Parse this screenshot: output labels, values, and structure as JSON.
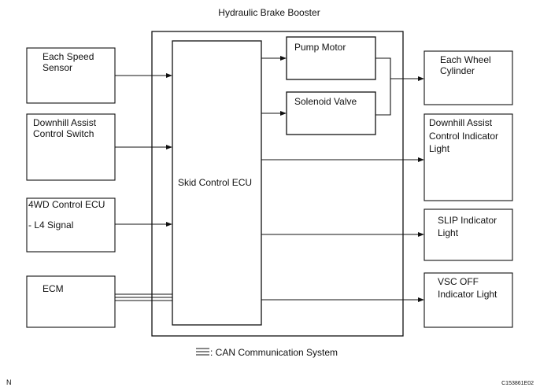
{
  "title": "Hydraulic Brake Booster",
  "inputs": {
    "speed_sensor": [
      "Each Speed",
      "Sensor"
    ],
    "downhill_switch": [
      "Downhill Assist",
      "Control Switch"
    ],
    "control_4wd": [
      "4WD Control ECU",
      "- L4 Signal"
    ],
    "ecm": [
      "ECM"
    ]
  },
  "center": {
    "ecu": "Skid Control ECU",
    "pump_motor": "Pump Motor",
    "solenoid_valve": "Solenoid Valve"
  },
  "outputs": {
    "wheel_cylinder": [
      "Each Wheel",
      "Cylinder"
    ],
    "downhill_light": [
      "Downhill Assist",
      "Control Indicator",
      "Light"
    ],
    "slip_light": [
      "SLIP Indicator",
      "Light"
    ],
    "vsc_light": [
      "VSC OFF",
      "Indicator Light"
    ]
  },
  "legend": ": CAN Communication System",
  "corner_mark": "N",
  "figure_code": "C153861E02"
}
